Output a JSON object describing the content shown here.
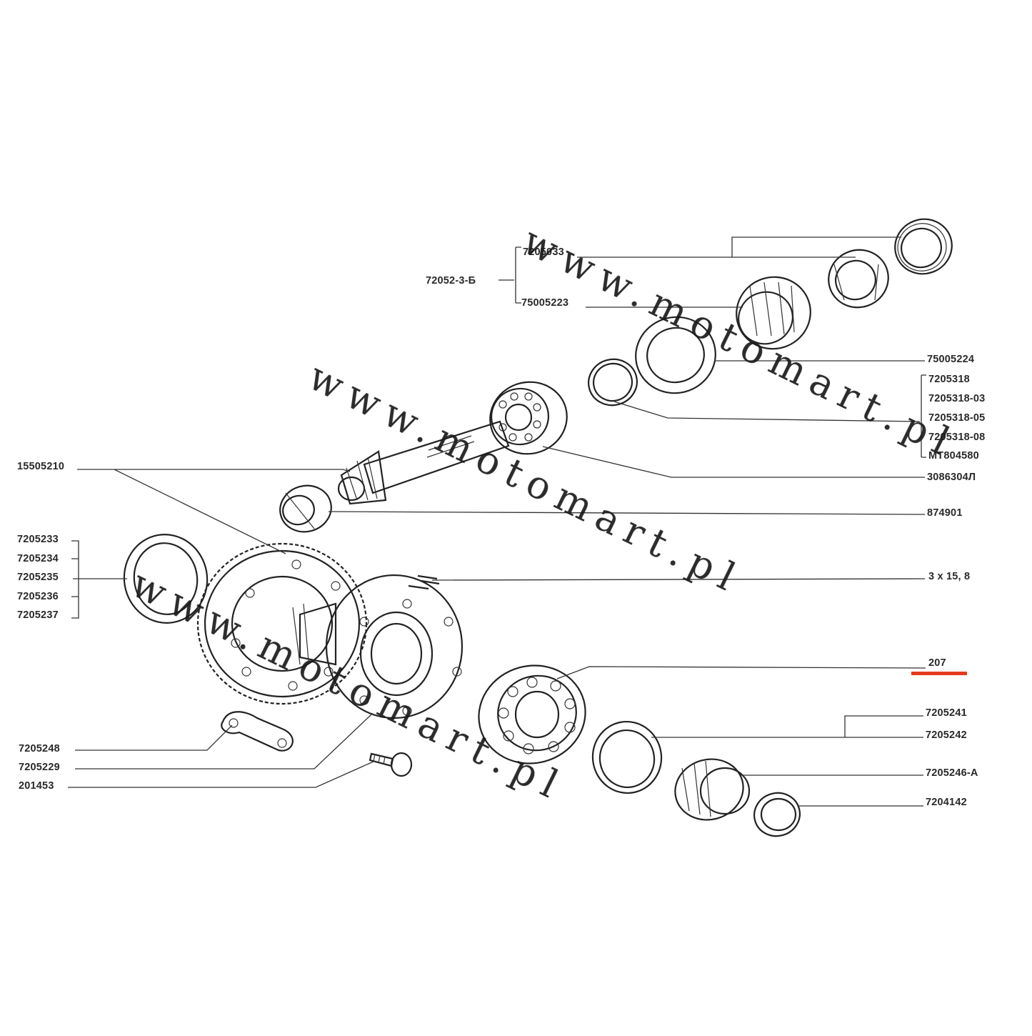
{
  "colors": {
    "background": "#ffffff",
    "ink": "#2a2a2a",
    "highlight": "#e53b1f"
  },
  "highlight_label": "207",
  "labels": {
    "l_7205033": "7205033",
    "l_72052_3_b": "72052-3-Б",
    "l_75005223": "75005223",
    "l_75005224": "75005224",
    "l_7205318": "7205318",
    "l_7205318_03": "7205318-03",
    "l_7205318_05": "7205318-05",
    "l_7205318_08": "7205318-08",
    "l_mt804580": "МТ804580",
    "l_3086304l": "3086304Л",
    "l_874901": "874901",
    "l_15505210": "15505210",
    "l_3x15_8": "3 x 15, 8",
    "l_7205233": "7205233",
    "l_7205234": "7205234",
    "l_7205235": "7205235",
    "l_7205236": "7205236",
    "l_7205237": "7205237",
    "l_207": "207",
    "l_7205241": "7205241",
    "l_7205242": "7205242",
    "l_7205246_a": "7205246-А",
    "l_7204142": "7204142",
    "l_7205248": "7205248",
    "l_7205229": "7205229",
    "l_201453": "201453"
  },
  "watermark": {
    "top": "www.motomart.pl",
    "middle": "www.motomart.pl",
    "bottom": "www.motomart.pl"
  }
}
